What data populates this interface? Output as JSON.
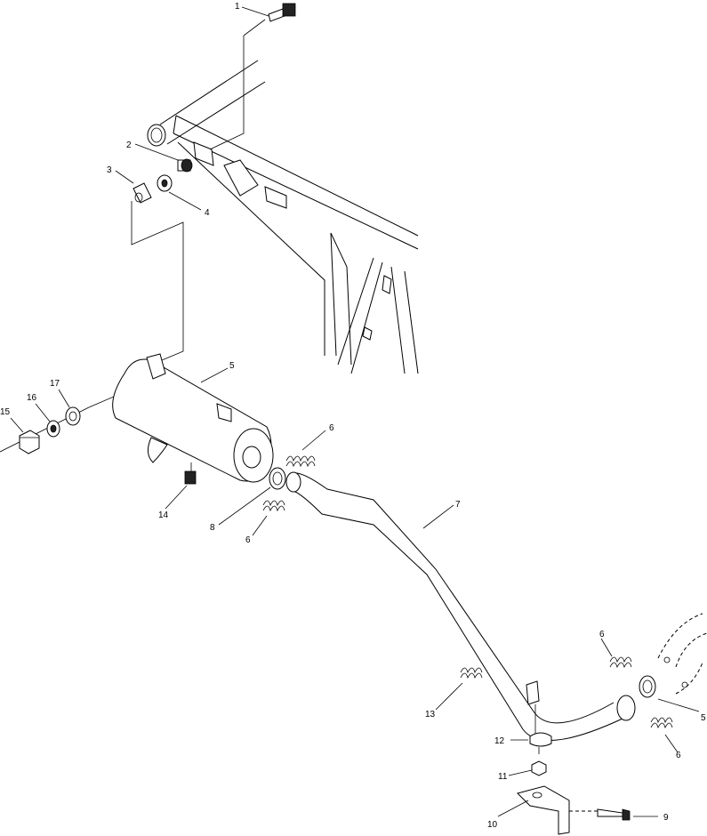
{
  "callouts": [
    {
      "id": "c1",
      "text": "1"
    },
    {
      "id": "c2",
      "text": "2"
    },
    {
      "id": "c3",
      "text": "3"
    },
    {
      "id": "c4",
      "text": "4"
    },
    {
      "id": "c5a",
      "text": "5"
    },
    {
      "id": "c6a",
      "text": "6"
    },
    {
      "id": "c7",
      "text": "7"
    },
    {
      "id": "c8",
      "text": "8"
    },
    {
      "id": "c6b",
      "text": "6"
    },
    {
      "id": "c15",
      "text": "15"
    },
    {
      "id": "c16",
      "text": "16"
    },
    {
      "id": "c17",
      "text": "17"
    },
    {
      "id": "c14",
      "text": "14"
    },
    {
      "id": "c6c",
      "text": "6"
    },
    {
      "id": "c13",
      "text": "13"
    },
    {
      "id": "c5b",
      "text": "5"
    },
    {
      "id": "c6d",
      "text": "6"
    },
    {
      "id": "c12",
      "text": "12"
    },
    {
      "id": "c11",
      "text": "11"
    },
    {
      "id": "c10",
      "text": "10"
    },
    {
      "id": "c9",
      "text": "9"
    }
  ],
  "colors": {
    "line": "#000000",
    "background": "#ffffff"
  }
}
